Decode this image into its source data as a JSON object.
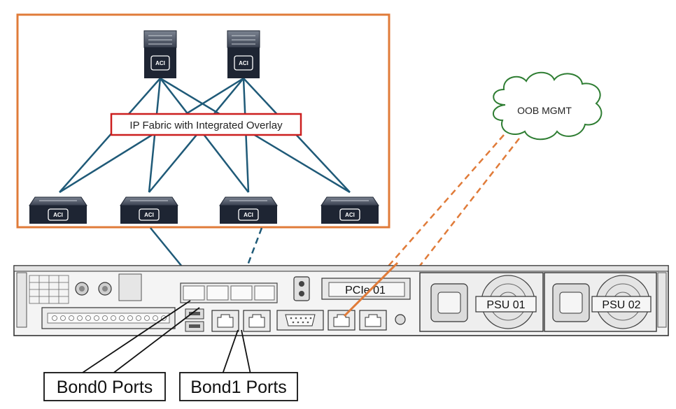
{
  "fabric": {
    "label": "IP Fabric with Integrated Overlay",
    "spine_badge": "ACI",
    "leaf_badge": "ACI"
  },
  "cloud": {
    "label": "OOB MGMT"
  },
  "server": {
    "pcie_label": "PCIe 01",
    "psu1_label": "PSU 01",
    "psu2_label": "PSU 02"
  },
  "callouts": {
    "bond0": "Bond0 Ports",
    "bond1": "Bond1 Ports"
  },
  "colors": {
    "fabric_border": "#e07b39",
    "fabric_link": "#1f5a78",
    "label_border": "#cc1f1f",
    "cloud_stroke": "#2e7d32",
    "oob_link": "#e07b39",
    "device": "#1e2533"
  }
}
